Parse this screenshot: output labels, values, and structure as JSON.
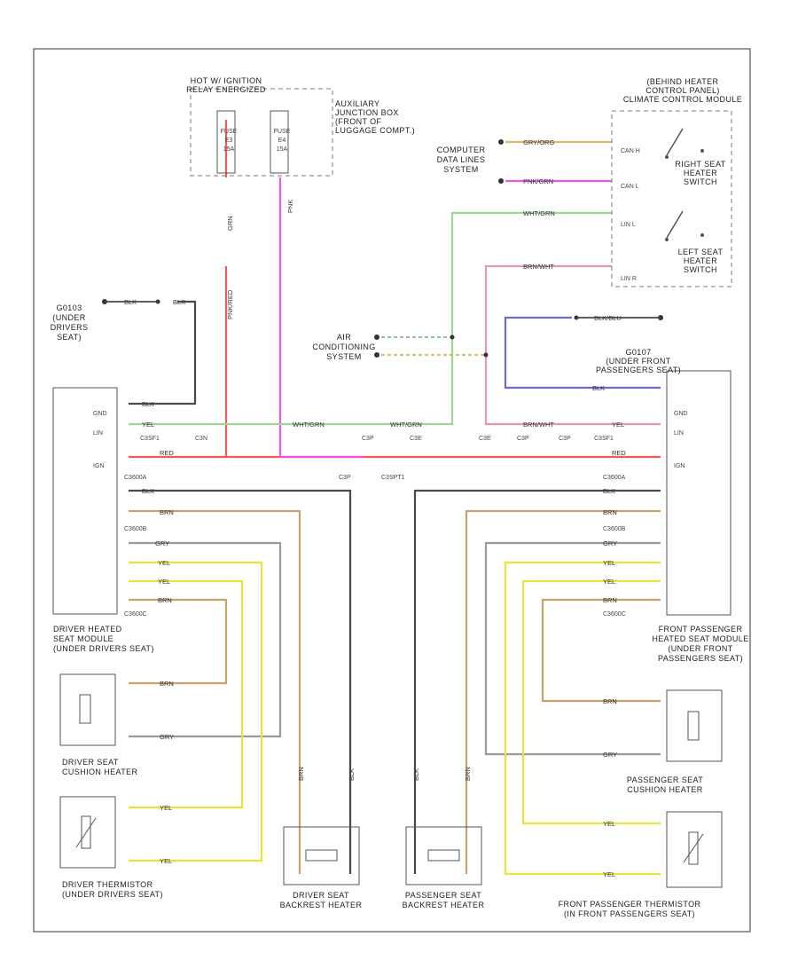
{
  "footer": {
    "code": ""
  },
  "labels": {
    "hot_relay": [
      "HOT W/ IGNITION",
      "RELAY ENERGIZED"
    ],
    "aux_junction": [
      "AUXILIARY",
      "JUNCTION BOX",
      "(FRONT OF",
      "LUGGAGE COMPT.)"
    ],
    "fuse_left": [
      "FUSE",
      "E3",
      "15A"
    ],
    "fuse_right": [
      "FUSE",
      "E4",
      "15A"
    ],
    "computer_data": [
      "COMPUTER",
      "DATA LINES",
      "SYSTEM"
    ],
    "rear_panel": [
      "(BEHIND HEATER",
      "CONTROL PANEL)",
      "CLIMATE CONTROL MODULE"
    ],
    "right_switch": [
      "RIGHT SEAT",
      "HEATER",
      "SWITCH"
    ],
    "left_switch": [
      "LEFT SEAT",
      "HEATER",
      "SWITCH"
    ],
    "switch_pins": [
      "CAN H",
      "CAN L",
      "LIN L",
      "LIN R"
    ],
    "g_left": [
      "G0103",
      "(UNDER",
      "DRIVERS",
      "SEAT)"
    ],
    "g_right": [
      "G0107",
      "(UNDER FRONT",
      "PASSENGERS SEAT)"
    ],
    "ac_system": [
      "AIR",
      "CONDITIONING",
      "SYSTEM"
    ],
    "left_mod_pins": [
      "GND",
      "LIN",
      "IGN"
    ],
    "right_mod_pins": [
      "GND",
      "LIN",
      "IGN"
    ],
    "left_conns": [
      "C3600A",
      "C3600B",
      "C3600C"
    ],
    "right_conns": [
      "C3600A",
      "C3600B",
      "C3600C"
    ],
    "mid_conns": [
      "C3SF1",
      "C3N",
      "C3P",
      "C3E",
      "C3E",
      "C3P",
      "C3P",
      "C3SF1",
      "C3P",
      "C3SPT1"
    ],
    "driver_module": [
      "DRIVER HEATED",
      "SEAT MODULE",
      "(UNDER DRIVERS SEAT)"
    ],
    "pass_module": [
      "FRONT PASSENGER",
      "HEATED SEAT MODULE",
      "(UNDER FRONT",
      "PASSENGERS SEAT)"
    ],
    "driver_cushion": [
      "DRIVER SEAT",
      "CUSHION HEATER"
    ],
    "pass_cushion": [
      "PASSENGER SEAT",
      "CUSHION HEATER"
    ],
    "driver_thermistor": [
      "DRIVER THERMISTOR",
      "(UNDER DRIVERS SEAT)"
    ],
    "pass_thermistor": [
      "FRONT PASSENGER THERMISTOR",
      "(IN FRONT PASSENGERS SEAT)"
    ],
    "driver_backrest": [
      "DRIVER SEAT",
      "BACKREST HEATER"
    ],
    "pass_backrest": [
      "PASSENGER SEAT",
      "BACKREST HEATER"
    ]
  },
  "wires": {
    "red": "RED",
    "pnk": "PNK",
    "blk": "BLK",
    "yel": "YEL",
    "brn": "BRN",
    "gry": "GRY",
    "wht_grn": "WHT/GRN",
    "grn_org": "GRY/ORG",
    "pnk_grn": "PNK/GRN",
    "brn_wht": "BRN/WHT",
    "blk_blu": "BLK/BLU",
    "grn_vert": "GRN",
    "pnk_vert": "PNK/RED"
  },
  "colors": {
    "red": "#f05a5a",
    "pink": "#ee55ee",
    "yellow": "#e8e33a",
    "brown": "#c9a26a",
    "green": "#9ed69a",
    "gray": "#9a9a9a",
    "black": "#4a4a4a",
    "blue": "#6a6acf",
    "salmon": "#e39aa8",
    "orange": "#e2b46a"
  }
}
